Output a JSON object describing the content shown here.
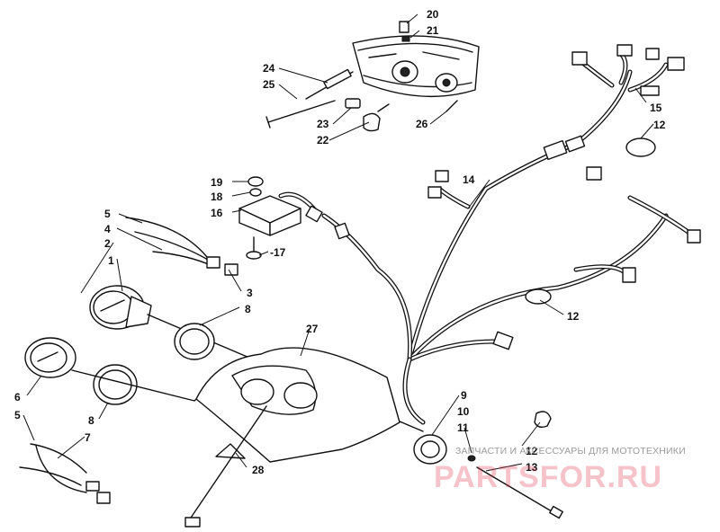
{
  "watermark": {
    "text": "ЗАПЧАСТИ И АКСЕССУАРЫ ДЛЯ МОТОТЕХНИКИ",
    "brand": "PARTSFOR.RU",
    "brand_color": "#dc283c"
  },
  "callouts": {
    "c1": "1",
    "c2": "2",
    "c3": "3",
    "c4": "4",
    "c5a": "5",
    "c5b": "5",
    "c6": "6",
    "c7": "7",
    "c8a": "8",
    "c8b": "8",
    "c9": "9",
    "c10": "10",
    "c11": "11",
    "c12a": "12",
    "c12b": "12",
    "c12c": "12",
    "c13": "13",
    "c14": "14",
    "c15": "15",
    "c16": "16",
    "c17": "-17",
    "c18": "18",
    "c19": "19",
    "c20": "20",
    "c21": "21",
    "c22": "22",
    "c23": "23",
    "c24": "24",
    "c25": "25",
    "c26": "26",
    "c27": "27",
    "c28": "28"
  }
}
